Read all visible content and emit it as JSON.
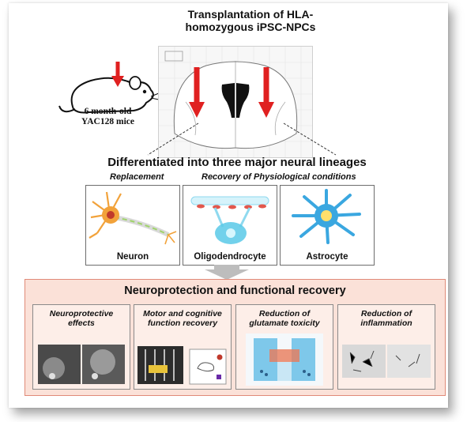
{
  "header": {
    "title_line1": "Transplantation of HLA-",
    "title_line2": "homozygous iPSC-NPCs"
  },
  "mouse": {
    "label_line1": "6 month-old",
    "label_line2": "YAC128 mice"
  },
  "differentiation": {
    "heading": "Differentiated  into three major neural lineages",
    "replacement": "Replacement",
    "recovery": "Recovery of Physiological conditions",
    "cells": [
      "Neuron",
      "Oligodendrocyte",
      "Astrocyte"
    ]
  },
  "outcomes": {
    "title": "Neuroprotection and functional recovery",
    "boxes": [
      {
        "line1": "Neuroprotective",
        "line2": "effects"
      },
      {
        "line1": "Motor and cognitive",
        "line2": "function recovery"
      },
      {
        "line1": "Reduction of",
        "line2": "glutamate toxicity"
      },
      {
        "line1": "Reduction of",
        "line2": "inflammation"
      }
    ]
  },
  "colors": {
    "arrow_red": "#e02020",
    "outcome_fill": "#fbe1d8",
    "outcome_border": "#e08a78",
    "neuron_body": "#f2a23a",
    "oligo_cyan": "#59c9e8",
    "astro_blue": "#3aa7e0"
  }
}
